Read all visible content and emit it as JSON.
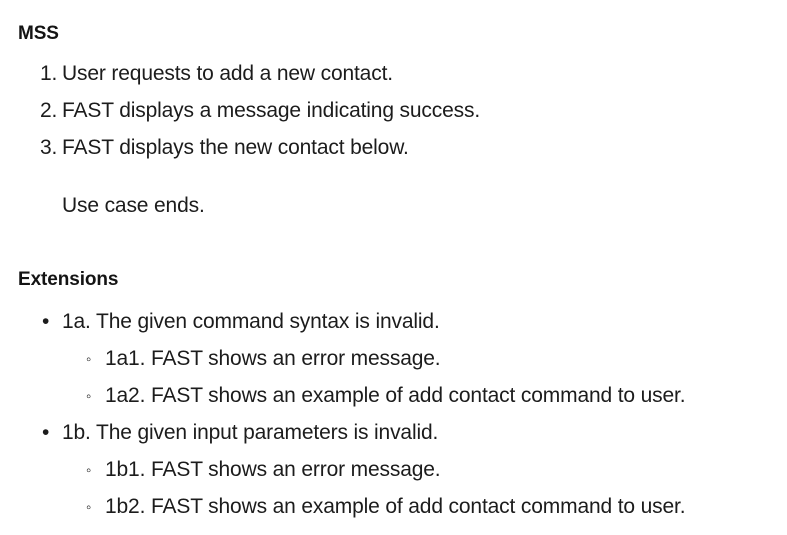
{
  "document": {
    "background_color": "#ffffff",
    "text_color": "#1c1c1c",
    "heading_color": "#141414"
  },
  "sections": {
    "mss": {
      "heading": "MSS",
      "steps": [
        {
          "marker": "1.",
          "text": "User requests to add a new contact."
        },
        {
          "marker": "2.",
          "text": "FAST displays a message indicating success."
        },
        {
          "marker": "3.",
          "text": "FAST displays the new contact below."
        }
      ],
      "closing": "Use case ends."
    },
    "extensions": {
      "heading": "Extensions",
      "items": [
        {
          "bullet": "•",
          "text": "1a. The given command syntax is invalid.",
          "children": [
            {
              "bullet": "◦",
              "text": "1a1. FAST shows an error message."
            },
            {
              "bullet": "◦",
              "text": "1a2. FAST shows an example of add contact command to user."
            }
          ]
        },
        {
          "bullet": "•",
          "text": "1b. The given input parameters is invalid.",
          "children": [
            {
              "bullet": "◦",
              "text": "1b1. FAST shows an error message."
            },
            {
              "bullet": "◦",
              "text": "1b2. FAST shows an example of add contact command to user."
            }
          ]
        }
      ]
    }
  }
}
